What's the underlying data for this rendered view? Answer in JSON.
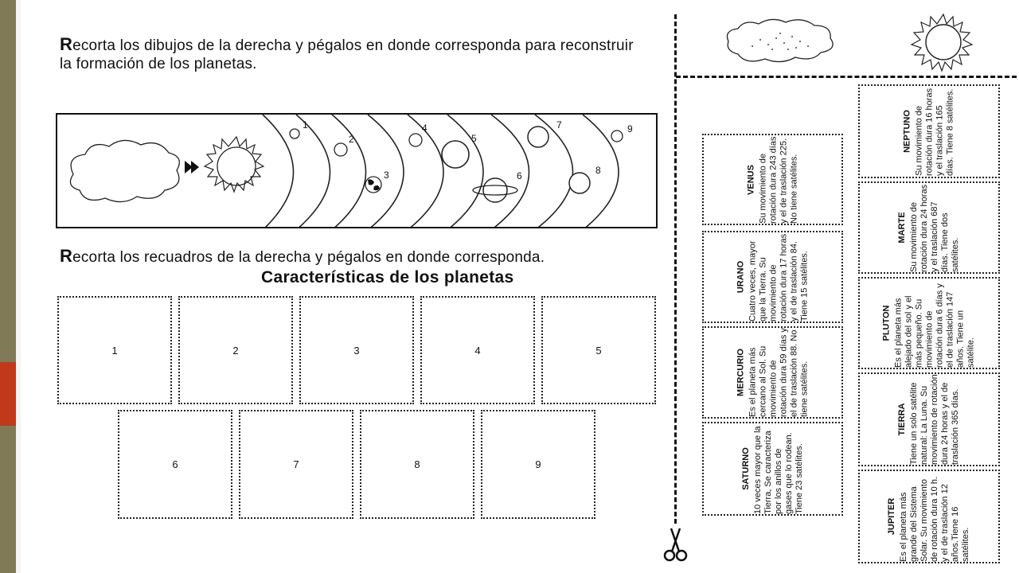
{
  "instructions": {
    "drawings_first": "R",
    "drawings": "ecorta los dibujos de la derecha y pégalos en donde corresponda para reconstruir la formación de los planetas.",
    "boxes_first": "R",
    "boxes": "ecorta los recuadros de la derecha y pégalos en donde corresponda."
  },
  "characteristics_title": "Características de los planetas",
  "orbit_numbers": [
    "1",
    "2",
    "3",
    "4",
    "5",
    "6",
    "7",
    "8",
    "9"
  ],
  "paste_boxes": [
    "1",
    "2",
    "3",
    "4",
    "5",
    "6",
    "7",
    "8",
    "9"
  ],
  "cards": {
    "venus": {
      "name": "VENUS",
      "text": "Su movimiento de rotación dura 243 días y el de traslación 225. No tiene satélites."
    },
    "neptuno": {
      "name": "NEPTUNO",
      "text": "Su movimiento de rotación dura 16 horas y el traslación 165 días. Tiene 8 satélites."
    },
    "urano": {
      "name": "URANO",
      "text": "Cuatro veces, mayor que la Tierra. Su movimiento de rotación dura 17 horas y el de traslación 84. Tiene 15 satélites."
    },
    "marte": {
      "name": "MARTE",
      "text": "Su movimiento de rotación dura 24 horas y el traslación 687 días. Tiene dos satélites."
    },
    "mercurio": {
      "name": "MERCURIO",
      "text": "Es el planeta más cercano al Sol. Su movimiento de rotación dura 59 días y el de traslación 88. No tiene satélites."
    },
    "pluton": {
      "name": "PLUTON",
      "text": "Es el planeta más alejado del sol y el más pequeño. Su movimiento de rotación dura 6 días y el de traslación 147 años. Tiene un satélite."
    },
    "saturno": {
      "name": "SATURNO",
      "text": "10 veces mayor que la Tierra, Se caracteriza por los anillos de gases que lo rodean. Tiene 23 satélites."
    },
    "tierra": {
      "name": "TIERRA",
      "text": "Tiene un solo satélite natural: La Luna. Su movimiento de rotación dura 24 horas y el de traslación 365 días."
    },
    "jupiter": {
      "name": "JUPITER",
      "text": "Es el planeta más grande del Sistema Solar. Su movimiento de rotación dura 10 h. y el de traslación 12 años.Tiene 16 satélites."
    }
  }
}
